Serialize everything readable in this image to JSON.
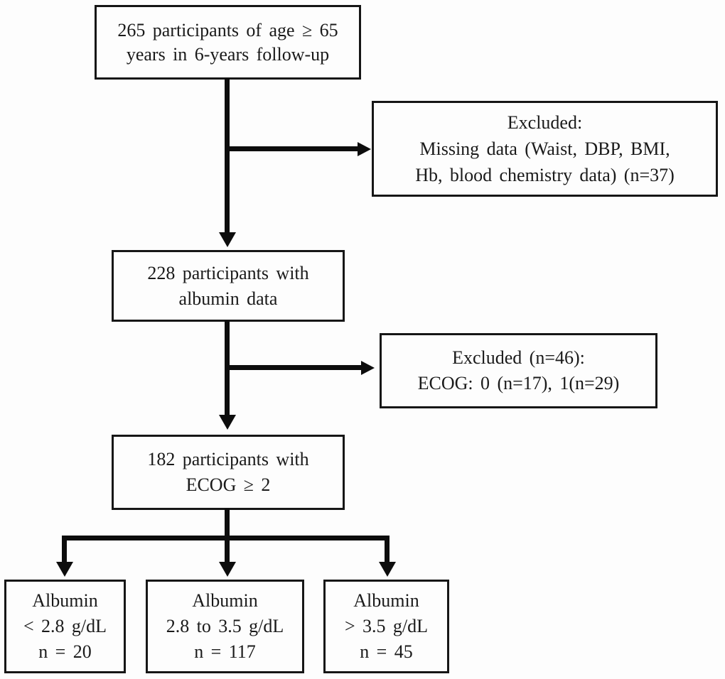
{
  "flowchart": {
    "box_265": {
      "lines": [
        "265 participants of age ≥ 65",
        "years in 6-years follow-up"
      ]
    },
    "excluded_missing": {
      "lines": [
        "Excluded:",
        "Missing data (Waist, DBP, BMI,",
        "Hb, blood chemistry data) (n=37)"
      ]
    },
    "box_228": {
      "lines": [
        "228 participants with",
        "albumin data"
      ]
    },
    "excluded_ecog": {
      "lines": [
        "Excluded (n=46):",
        "ECOG: 0 (n=17), 1(n=29)"
      ]
    },
    "box_182": {
      "lines": [
        "182 participants with",
        "ECOG ≥ 2"
      ]
    },
    "albumin_low": {
      "lines": [
        "Albumin",
        "< 2.8 g/dL",
        "n = 20"
      ]
    },
    "albumin_mid": {
      "lines": [
        "Albumin",
        "2.8 to 3.5 g/dL",
        "n = 117"
      ]
    },
    "albumin_high": {
      "lines": [
        "Albumin",
        "> 3.5 g/dL",
        "n = 45"
      ]
    },
    "edges": [
      {
        "from": "box_265",
        "to": "box_228"
      },
      {
        "from": "box_265",
        "to": "excluded_missing"
      },
      {
        "from": "box_228",
        "to": "box_182"
      },
      {
        "from": "box_228",
        "to": "excluded_ecog"
      },
      {
        "from": "box_182",
        "to": "albumin_low"
      },
      {
        "from": "box_182",
        "to": "albumin_mid"
      },
      {
        "from": "box_182",
        "to": "albumin_high"
      }
    ],
    "colors": {
      "line": "#0d0d0d",
      "border": "#161616",
      "text": "#1a1a1a",
      "background": "#fdfdfd"
    }
  }
}
